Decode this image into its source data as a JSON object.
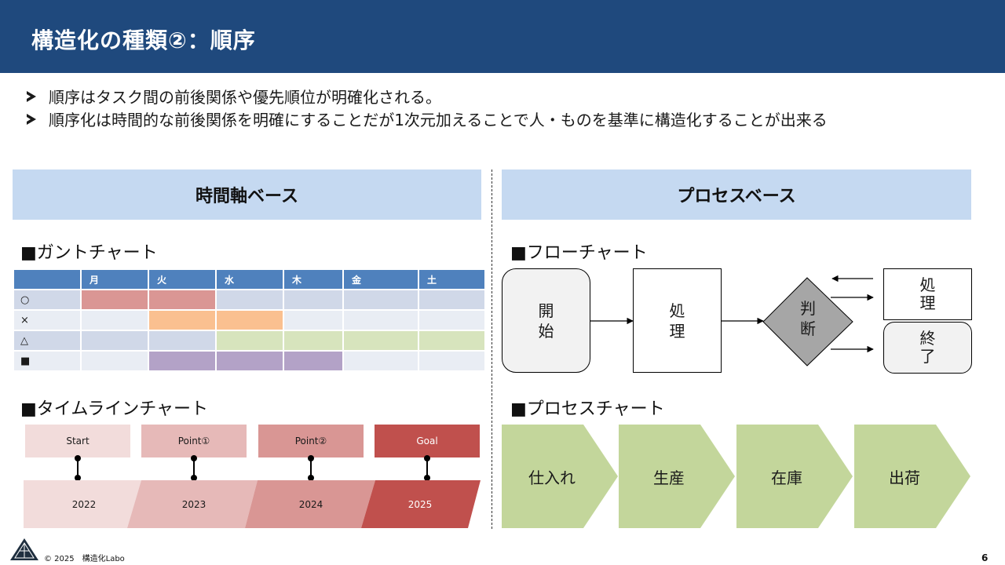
{
  "header": {
    "title": "構造化の種類②：順序"
  },
  "bullets": [
    "順序はタスク間の前後関係や優先順位が明確化される。",
    "順序化は時間的な前後関係を明確にすることだが1次元加えることで人・ものを基準に構造化することが出来る"
  ],
  "left": {
    "title": "時間軸ベース",
    "gantt": {
      "heading": "■ガントチャート",
      "days": [
        "月",
        "火",
        "水",
        "木",
        "金",
        "土"
      ],
      "rows": [
        {
          "label": "○",
          "fill": [
            1,
            1,
            0,
            0,
            0,
            0
          ],
          "color": "#da9694"
        },
        {
          "label": "×",
          "fill": [
            0,
            1,
            1,
            0,
            0,
            0
          ],
          "color": "#fac090"
        },
        {
          "label": "△",
          "fill": [
            0,
            0,
            1,
            1,
            1,
            1
          ],
          "color": "#d7e4bd"
        },
        {
          "label": "■",
          "fill": [
            0,
            1,
            1,
            1,
            0,
            0
          ],
          "color": "#b3a2c7"
        }
      ]
    },
    "timeline": {
      "heading": "■タイムラインチャート",
      "points": [
        {
          "label": "Start",
          "year": "2022",
          "color": "#f2dcdb",
          "year_color": "#f2dcdb"
        },
        {
          "label": "Point①",
          "year": "2023",
          "color": "#e6b9b8",
          "year_color": "#e6b9b8"
        },
        {
          "label": "Point②",
          "year": "2024",
          "color": "#d99694",
          "year_color": "#d99694"
        },
        {
          "label": "Goal",
          "year": "2025",
          "color": "#c0504d",
          "year_color": "#c0504d"
        }
      ]
    }
  },
  "right": {
    "title": "プロセスベース",
    "flow": {
      "heading": "■フローチャート",
      "start": "開\n始",
      "process": "処\n理",
      "decision": "判\n断",
      "branch_process": "処\n理",
      "end": "終\n了"
    },
    "process": {
      "heading": "■プロセスチャート",
      "steps": [
        "仕入れ",
        "生産",
        "在庫",
        "出荷"
      ],
      "color": "#c3d69b"
    }
  },
  "footer": {
    "copyright": "© 2025　構造化Labo",
    "page": "6"
  }
}
